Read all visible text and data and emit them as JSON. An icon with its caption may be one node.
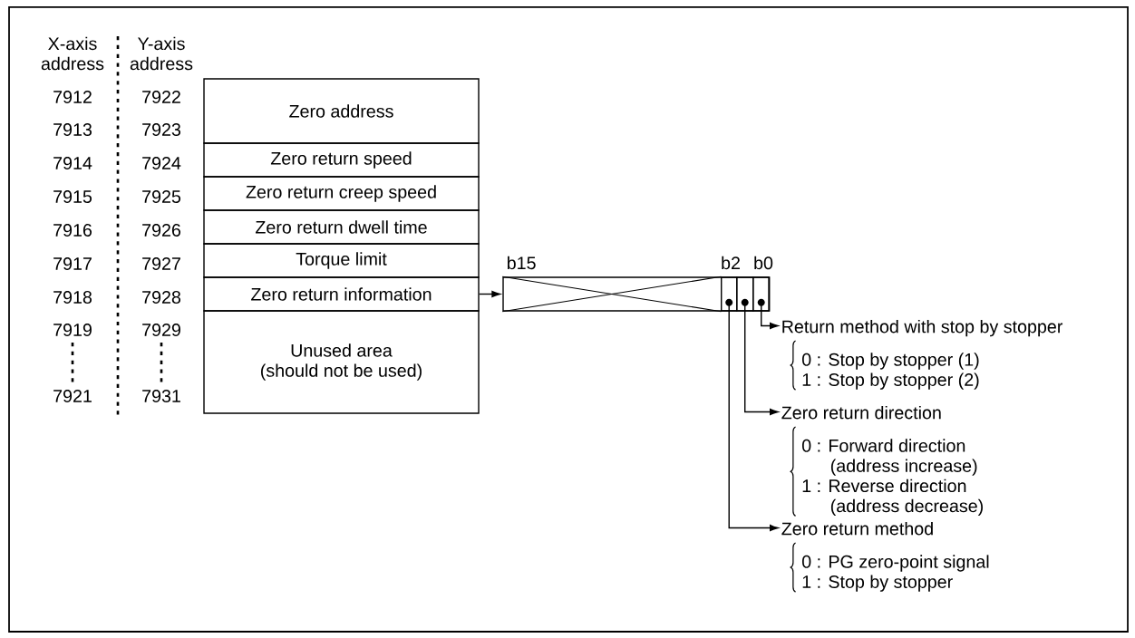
{
  "diagram": {
    "nodes": [
      {
        "text": [
          "Zero address"
        ]
      },
      {
        "text": [
          "Zero return speed"
        ]
      },
      {
        "text": [
          "Zero return creep speed"
        ]
      },
      {
        "text": [
          "Zero return dwell time"
        ]
      },
      {
        "text": [
          "Torque limit"
        ]
      },
      {
        "text": [
          "Zero return information"
        ]
      },
      {
        "text": [
          "Unused area",
          "(should not be used)"
        ]
      },
      {
        "text": [],
        "shape": "bar",
        "beside": [
          "b15"
        ]
      },
      {
        "text": [],
        "shape": "box",
        "in": 7,
        "beside": [
          "b2"
        ]
      },
      {
        "text": [],
        "shape": "box",
        "in": 7
      },
      {
        "text": [],
        "shape": "box",
        "in": 7,
        "beside": [
          "b0"
        ]
      },
      {
        "text": [
          "Return method with stop by stopper",
          "0 : Stop by stopper (1)",
          "1 : Stop by stopper (2)"
        ]
      },
      {
        "text": [
          "Zero return direction",
          "0 : Forward direction (address increase)",
          "1 : Reverse direction (address decrease)"
        ]
      },
      {
        "text": [
          "Zero return method",
          "0 : PG zero-point signal",
          "1 : Stop by stopper"
        ]
      }
    ],
    "edges": [
      {
        "from": 5,
        "to": 7,
        "arrow": "to"
      },
      {
        "from": 10,
        "to": 11,
        "arrow": "to"
      },
      {
        "from": 9,
        "to": 12,
        "arrow": "to"
      },
      {
        "from": 8,
        "to": 13,
        "arrow": "to"
      }
    ],
    "labels": [
      "X-axis address",
      "Y-axis address",
      "7912",
      "7922",
      "7913",
      "7923",
      "7914",
      "7924",
      "7915",
      "7925",
      "7916",
      "7926",
      "7917",
      "7927",
      "7918",
      "7928",
      "7919",
      "7929",
      "7921",
      "7931"
    ]
  }
}
